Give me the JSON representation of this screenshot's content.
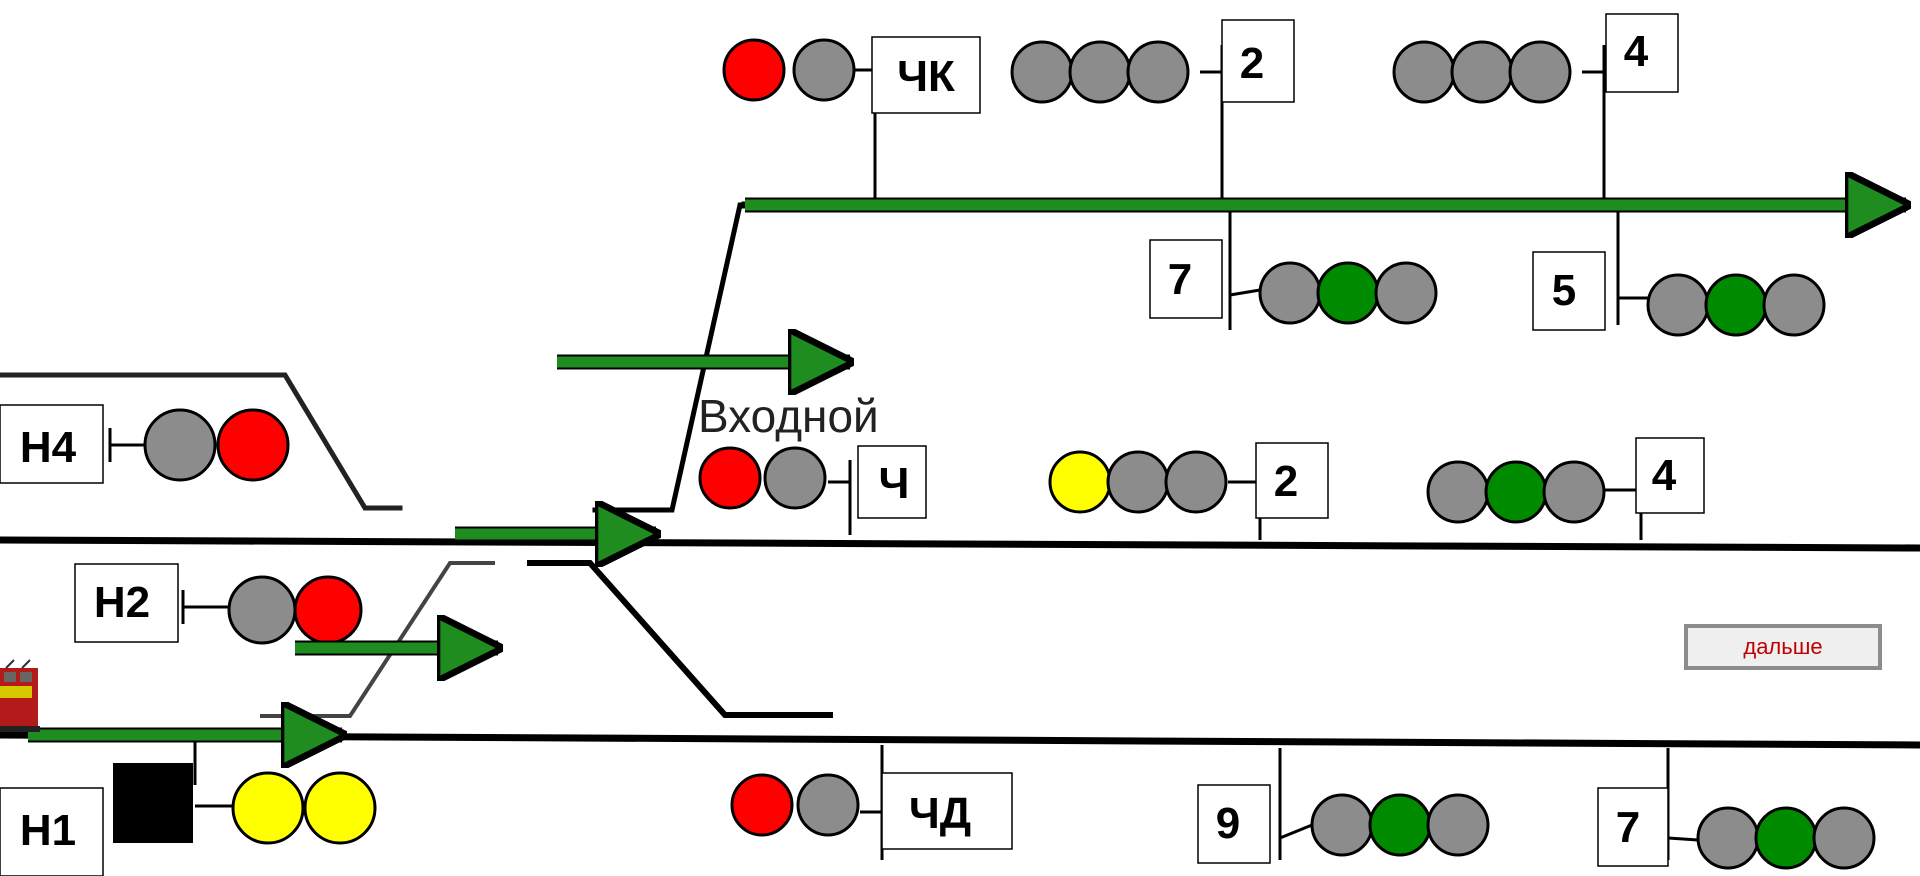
{
  "station_label": "Входной",
  "next_button": "дальше",
  "colors": {
    "red": "#ff0000",
    "green": "#008a00",
    "yellow": "#ffff00",
    "off": "#8c8c8c",
    "route_arrow": "#1e8c1e",
    "track": "#000000"
  },
  "signals": {
    "ck": {
      "label": "ЧК",
      "lamps": [
        "red",
        "off"
      ]
    },
    "top_2": {
      "label": "2",
      "lamps": [
        "off",
        "off",
        "off"
      ]
    },
    "top_4": {
      "label": "4",
      "lamps": [
        "off",
        "off",
        "off"
      ]
    },
    "sig_7_upper": {
      "label": "7",
      "lamps": [
        "off",
        "green",
        "off"
      ]
    },
    "sig_5": {
      "label": "5",
      "lamps": [
        "off",
        "green",
        "off"
      ]
    },
    "h4": {
      "label": "Н4",
      "lamps": [
        "off",
        "red"
      ]
    },
    "ch": {
      "label": "Ч",
      "lamps": [
        "red",
        "off"
      ]
    },
    "mid_2": {
      "label": "2",
      "lamps": [
        "yellow",
        "off",
        "off"
      ]
    },
    "mid_4": {
      "label": "4",
      "lamps": [
        "off",
        "green",
        "off"
      ]
    },
    "h2": {
      "label": "Н2",
      "lamps": [
        "off",
        "red"
      ]
    },
    "h1": {
      "label": "Н1",
      "lamps": [
        "yellow",
        "yellow"
      ]
    },
    "chd": {
      "label": "ЧД",
      "lamps": [
        "red",
        "off"
      ]
    },
    "sig_9": {
      "label": "9",
      "lamps": [
        "off",
        "green",
        "off"
      ]
    },
    "sig_7_lower": {
      "label": "7",
      "lamps": [
        "off",
        "green",
        "off"
      ]
    }
  }
}
